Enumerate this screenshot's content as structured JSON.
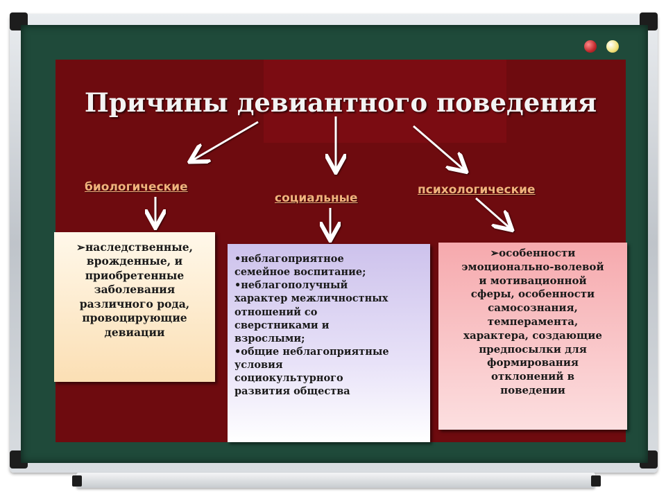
{
  "title": "Причины девиантного поведения",
  "categories": {
    "biological": "биологические",
    "social": "социальные",
    "psychological": "психологические"
  },
  "boxes": {
    "biological": {
      "lines": [
        "➢наследственные,",
        "врожденные, и",
        "приобретенные",
        "заболевания",
        "различного рода,",
        "провоцирующие",
        "девиации"
      ]
    },
    "social": {
      "lines": [
        "•неблагоприятное",
        "семейное воспитание;",
        "•неблагополучный",
        "характер межличностных",
        "отношений со",
        "сверстниками и",
        "взрослыми;",
        "•общие неблагоприятные",
        "условия",
        "социокультурного",
        "развития общества"
      ]
    },
    "psychological": {
      "lines": [
        "➢особенности",
        "эмоционально-волевой",
        "и мотивационной",
        "сферы, особенности",
        "самосознания,",
        "темперамента,",
        "характера, создающие",
        "предпосылки для",
        "формирования",
        "отклонений в",
        "поведении"
      ]
    }
  },
  "colors": {
    "board": "#1f4a3a",
    "slide_background": "#6e0b0f",
    "category_text": "#f2b27c",
    "marker_red": "#c0282c",
    "marker_yellow": "#f2e27a"
  }
}
